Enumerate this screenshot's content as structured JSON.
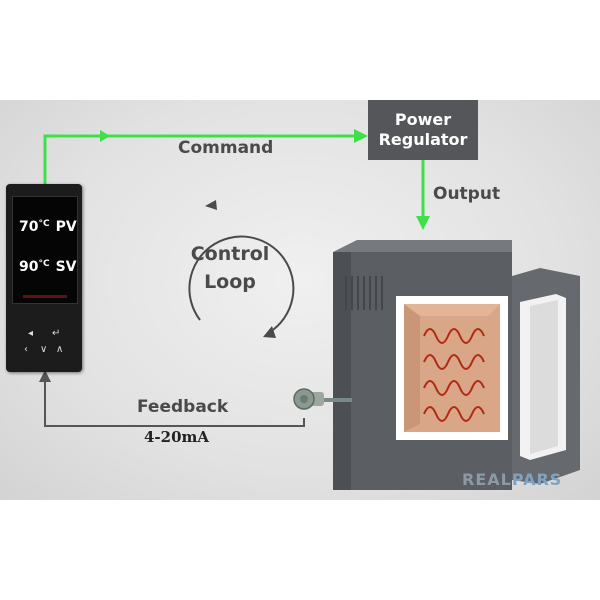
{
  "labels": {
    "command": "Command",
    "output": "Output",
    "feedback": "Feedback",
    "signal": "4-20mA",
    "loop_line1": "Control",
    "loop_line2": "Loop"
  },
  "power_regulator": {
    "line1": "Power",
    "line2": "Regulator"
  },
  "controller": {
    "pv_value": "70",
    "pv_unit": "°C",
    "pv_tag": "PV",
    "sv_value": "90",
    "sv_unit": "°C",
    "sv_tag": "SV",
    "buttons": [
      "◂",
      "↵",
      "‹",
      "∨",
      "∧"
    ]
  },
  "logo": {
    "part1": "REAL",
    "part2": "PARS"
  },
  "colors": {
    "signal_line": "#3ee04a",
    "feedback_line": "#555555",
    "box": "#555659",
    "furnace": "#5b5e62",
    "heater_wave": "#b02a14"
  }
}
